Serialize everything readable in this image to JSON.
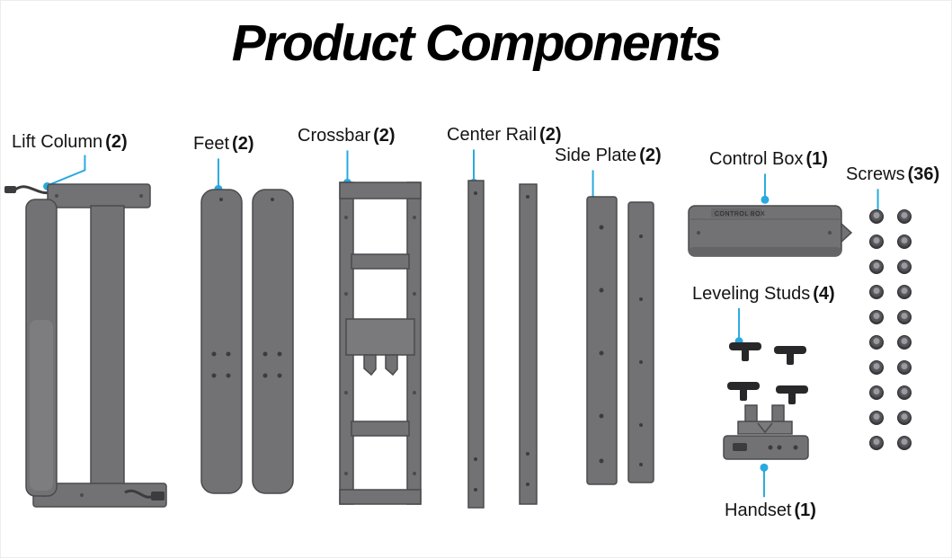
{
  "title": "Product Components",
  "components": [
    {
      "id": "lift-column",
      "label": "Lift Column",
      "count": "(2)"
    },
    {
      "id": "feet",
      "label": "Feet",
      "count": "(2)"
    },
    {
      "id": "crossbar",
      "label": "Crossbar",
      "count": "(2)"
    },
    {
      "id": "center-rail",
      "label": "Center Rail",
      "count": "(2)"
    },
    {
      "id": "side-plate",
      "label": "Side Plate",
      "count": "(2)"
    },
    {
      "id": "control-box",
      "label": "Control Box",
      "count": "(1)"
    },
    {
      "id": "screws",
      "label": "Screws",
      "count": "(36)"
    },
    {
      "id": "leveling-studs",
      "label": "Leveling Studs",
      "count": "(4)"
    },
    {
      "id": "handset",
      "label": "Handset",
      "count": "(1)"
    }
  ],
  "control_box_text": "CONTROL BOX",
  "screw_grid": {
    "columns": 2,
    "rows": 10
  },
  "colors": {
    "leader_line": "#29a9e0",
    "part_gray": "#727275",
    "part_outline": "#4b4b4e",
    "part_detail": "#3c3c3f",
    "stud_black": "#28282b",
    "text": "#141414",
    "background": "#ffffff"
  }
}
